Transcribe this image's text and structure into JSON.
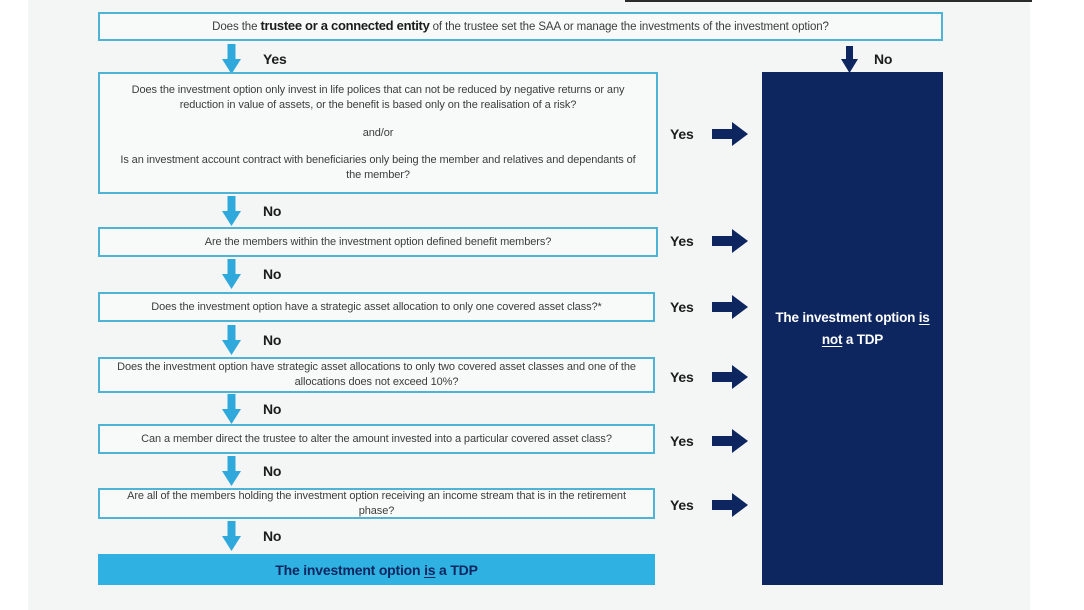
{
  "colors": {
    "page_background": "#f4f6f6",
    "box_border": "#4fb3d6",
    "box_fill": "#f8f9f9",
    "cyan_arrow": "#2fa9dc",
    "navy": "#0d2660",
    "result_is_background": "#2fb2e2",
    "body_text": "#3d3d3d"
  },
  "flow": {
    "q1": {
      "prefix": "Does the ",
      "bold": "trustee or a connected entity",
      "suffix": " of the trustee set the SAA or manage the investments of the investment option?"
    },
    "top_yes": "Yes",
    "top_no": "No",
    "q2": {
      "part1": "Does the investment option only invest in life polices that can not be reduced by negative returns or any reduction in value of assets, or the benefit is based only on the realisation of a risk?",
      "connector": "and/or",
      "part2": "Is an investment account contract with beneficiaries only being the member and relatives and dependants of the member?"
    },
    "q3": "Are the members within the investment option defined benefit members?",
    "q4": "Does the investment option have a strategic asset allocation to only one covered asset class?*",
    "q5": "Does the investment option have strategic asset allocations to only two covered asset classes and one of the allocations does not exceed 10%?",
    "q6": "Can a member direct the trustee to alter the amount invested into a particular covered asset class?",
    "q7": "Are all of the members holding the investment option receiving an income stream that is in the retirement phase?",
    "no_labels": [
      "No",
      "No",
      "No",
      "No",
      "No",
      "No"
    ],
    "yes_labels": [
      "Yes",
      "Yes",
      "Yes",
      "Yes",
      "Yes",
      "Yes"
    ],
    "result_is": {
      "prefix": "The investment option ",
      "underline": "is",
      "suffix": " a TDP"
    },
    "result_not": {
      "line1_prefix": "The investment option ",
      "line1_underline": "is",
      "line2_underline": "not",
      "line2_suffix": " a TDP"
    }
  }
}
